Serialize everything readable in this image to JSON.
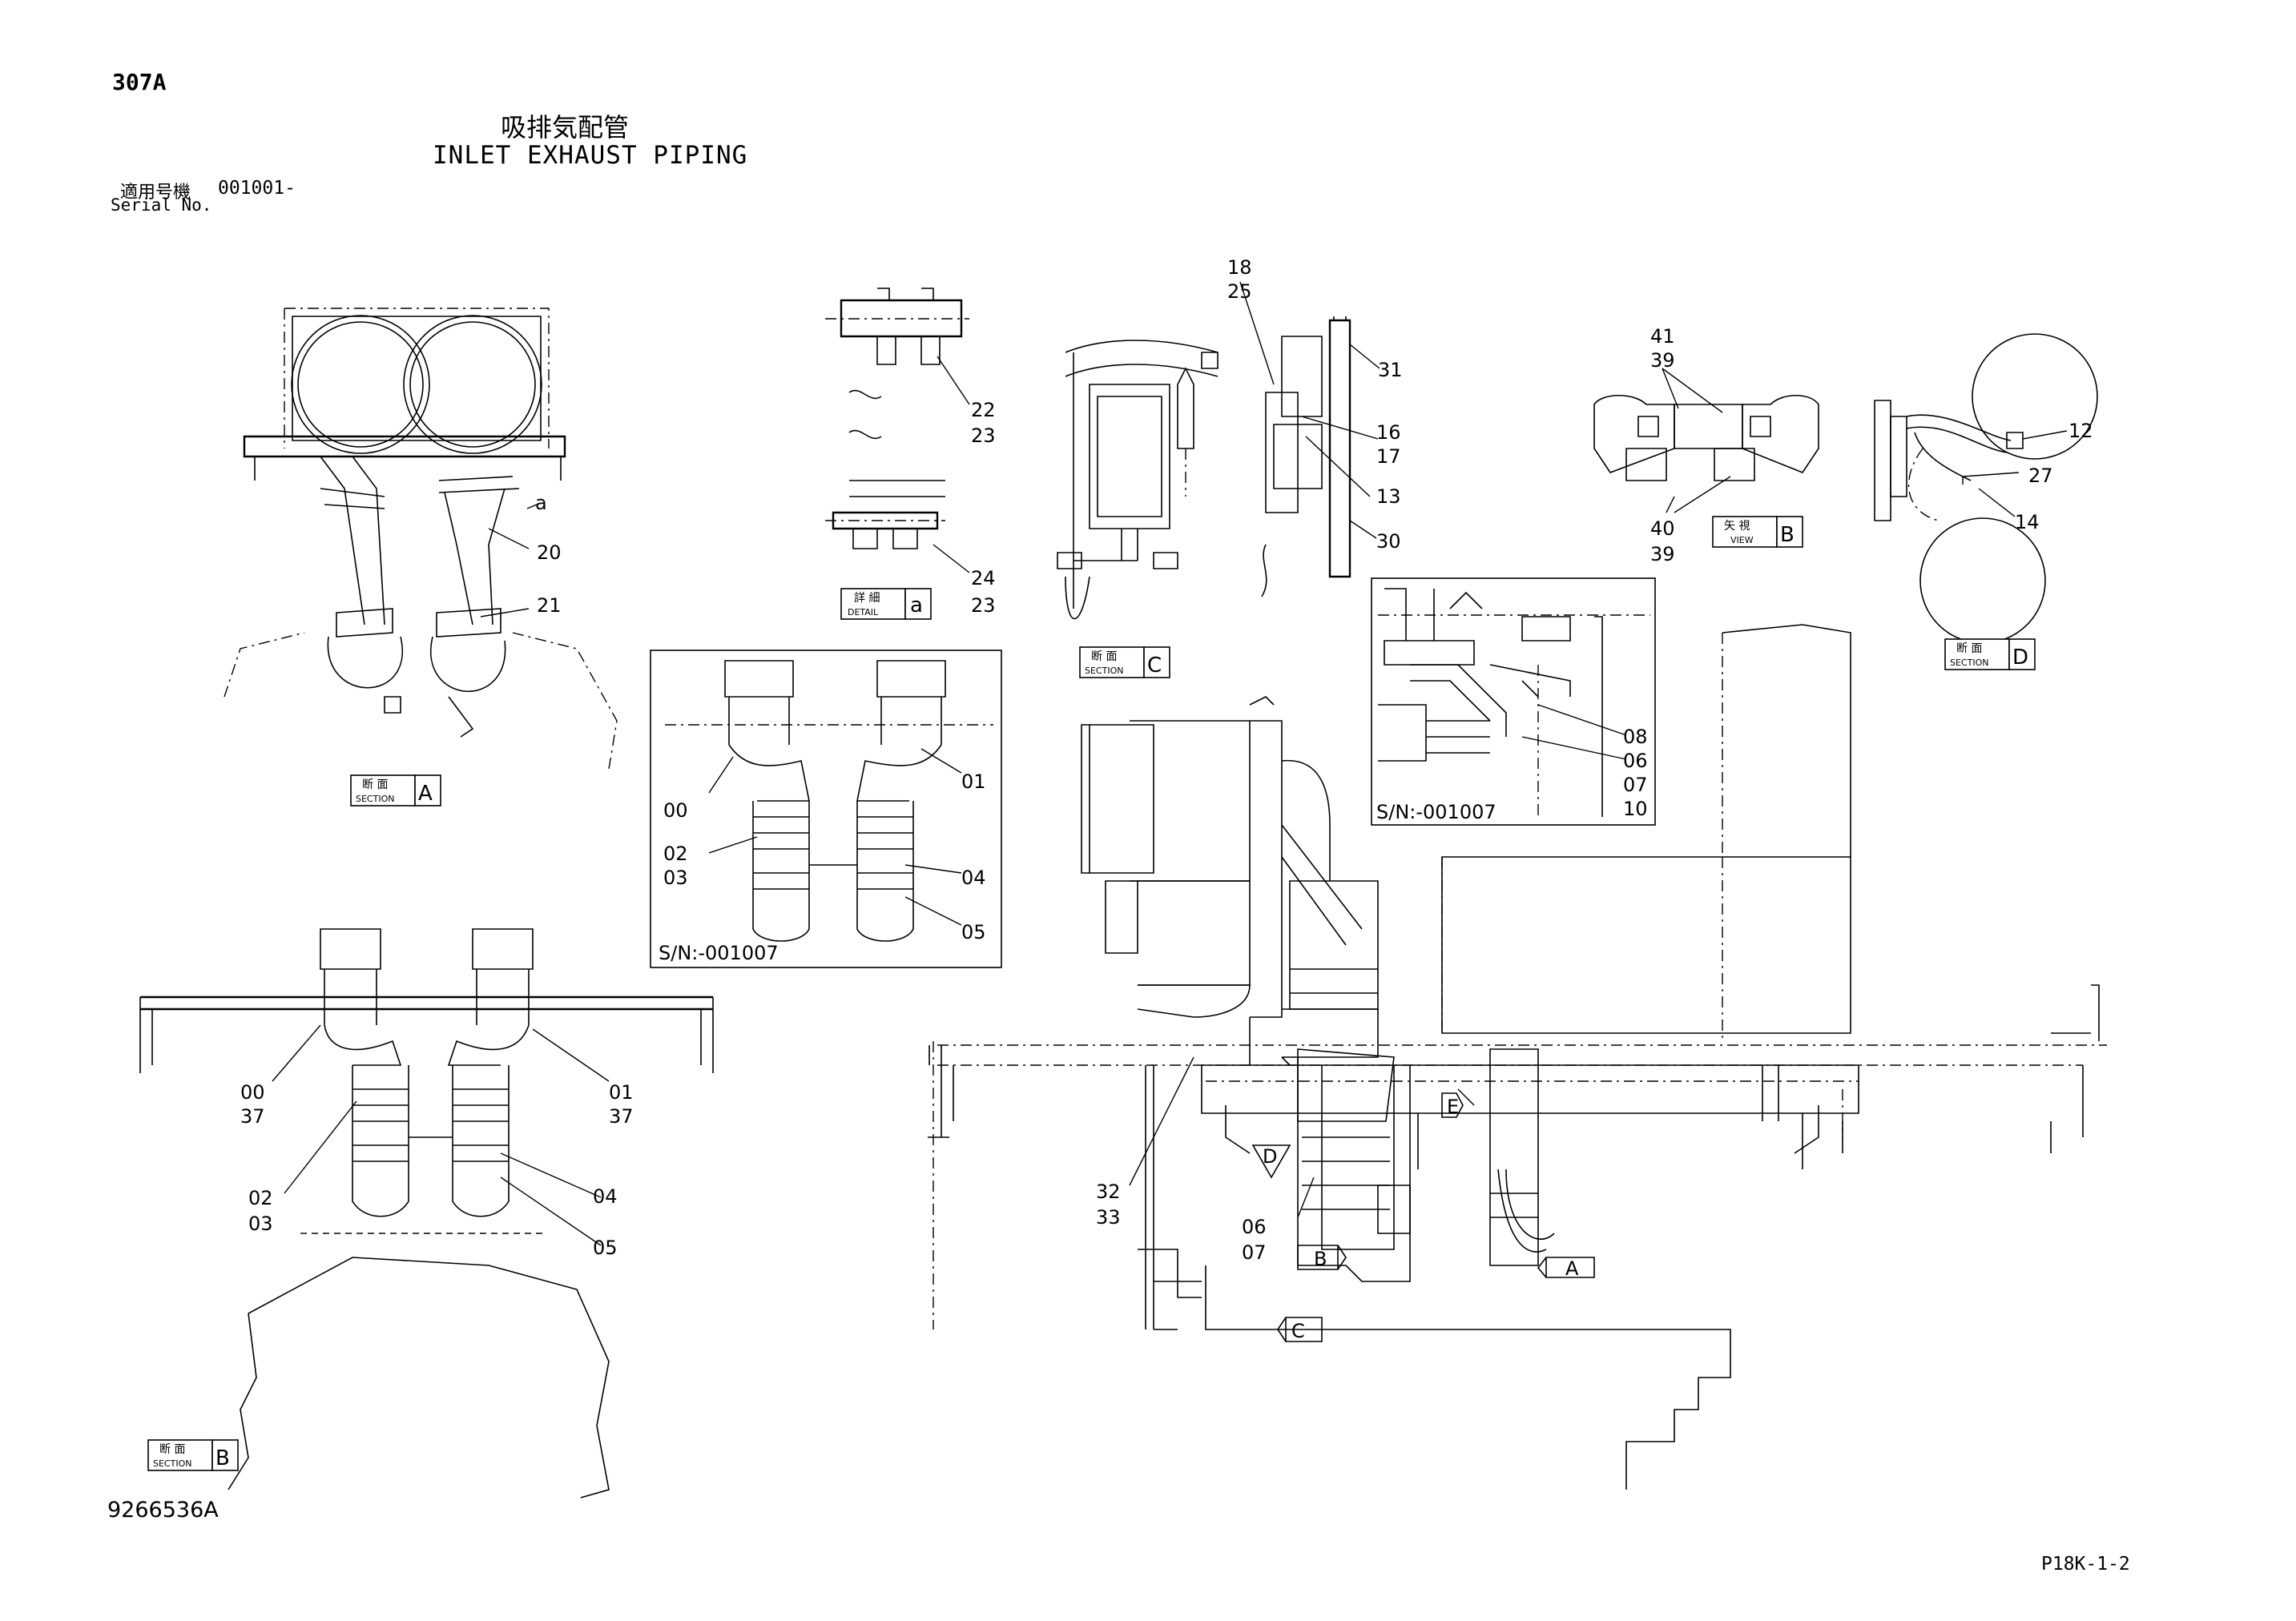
{
  "header": {
    "page_code": "307A",
    "title_jp": "吸排気配管",
    "title_en": "INLET EXHAUST PIPING",
    "serial_label_jp": "適用号機",
    "serial_value": "001001-",
    "serial_label_en": "Serial No."
  },
  "footer": {
    "drawing_number": "9266536A",
    "page_ref": "P18K-1-2"
  },
  "view_tags": [
    {
      "jp": "断 面",
      "en": "SECTION",
      "letter": "A"
    },
    {
      "jp": "断 面",
      "en": "SECTION",
      "letter": "B"
    },
    {
      "jp": "断 面",
      "en": "SECTION",
      "letter": "C"
    },
    {
      "jp": "断 面",
      "en": "SECTION",
      "letter": "D"
    },
    {
      "jp": "詳 細",
      "en": "DETAIL",
      "letter": "a"
    },
    {
      "jp": "矢 視",
      "en": "VIEW",
      "letter": "B"
    }
  ],
  "detail_boxes": [
    {
      "label": "S/N:-001007"
    },
    {
      "label": "S/N:-001007"
    }
  ],
  "callouts": {
    "section_a": [
      "a",
      "20",
      "21"
    ],
    "detail_a": [
      "22",
      "23",
      "24",
      "23"
    ],
    "section_c": [
      "18",
      "25",
      "31",
      "16",
      "17",
      "13",
      "30"
    ],
    "view_b": [
      "41",
      "39",
      "40",
      "39"
    ],
    "section_d": [
      "12",
      "27",
      "14"
    ],
    "sn_box_left": [
      "00",
      "01",
      "02",
      "03",
      "04",
      "05"
    ],
    "sn_box_right": [
      "08",
      "06",
      "07",
      "10"
    ],
    "section_b": [
      "00",
      "37",
      "01",
      "37",
      "02",
      "03",
      "04",
      "05"
    ],
    "main_view": [
      "E",
      "D",
      "32",
      "33",
      "06",
      "07",
      "B",
      "A",
      "C"
    ]
  }
}
